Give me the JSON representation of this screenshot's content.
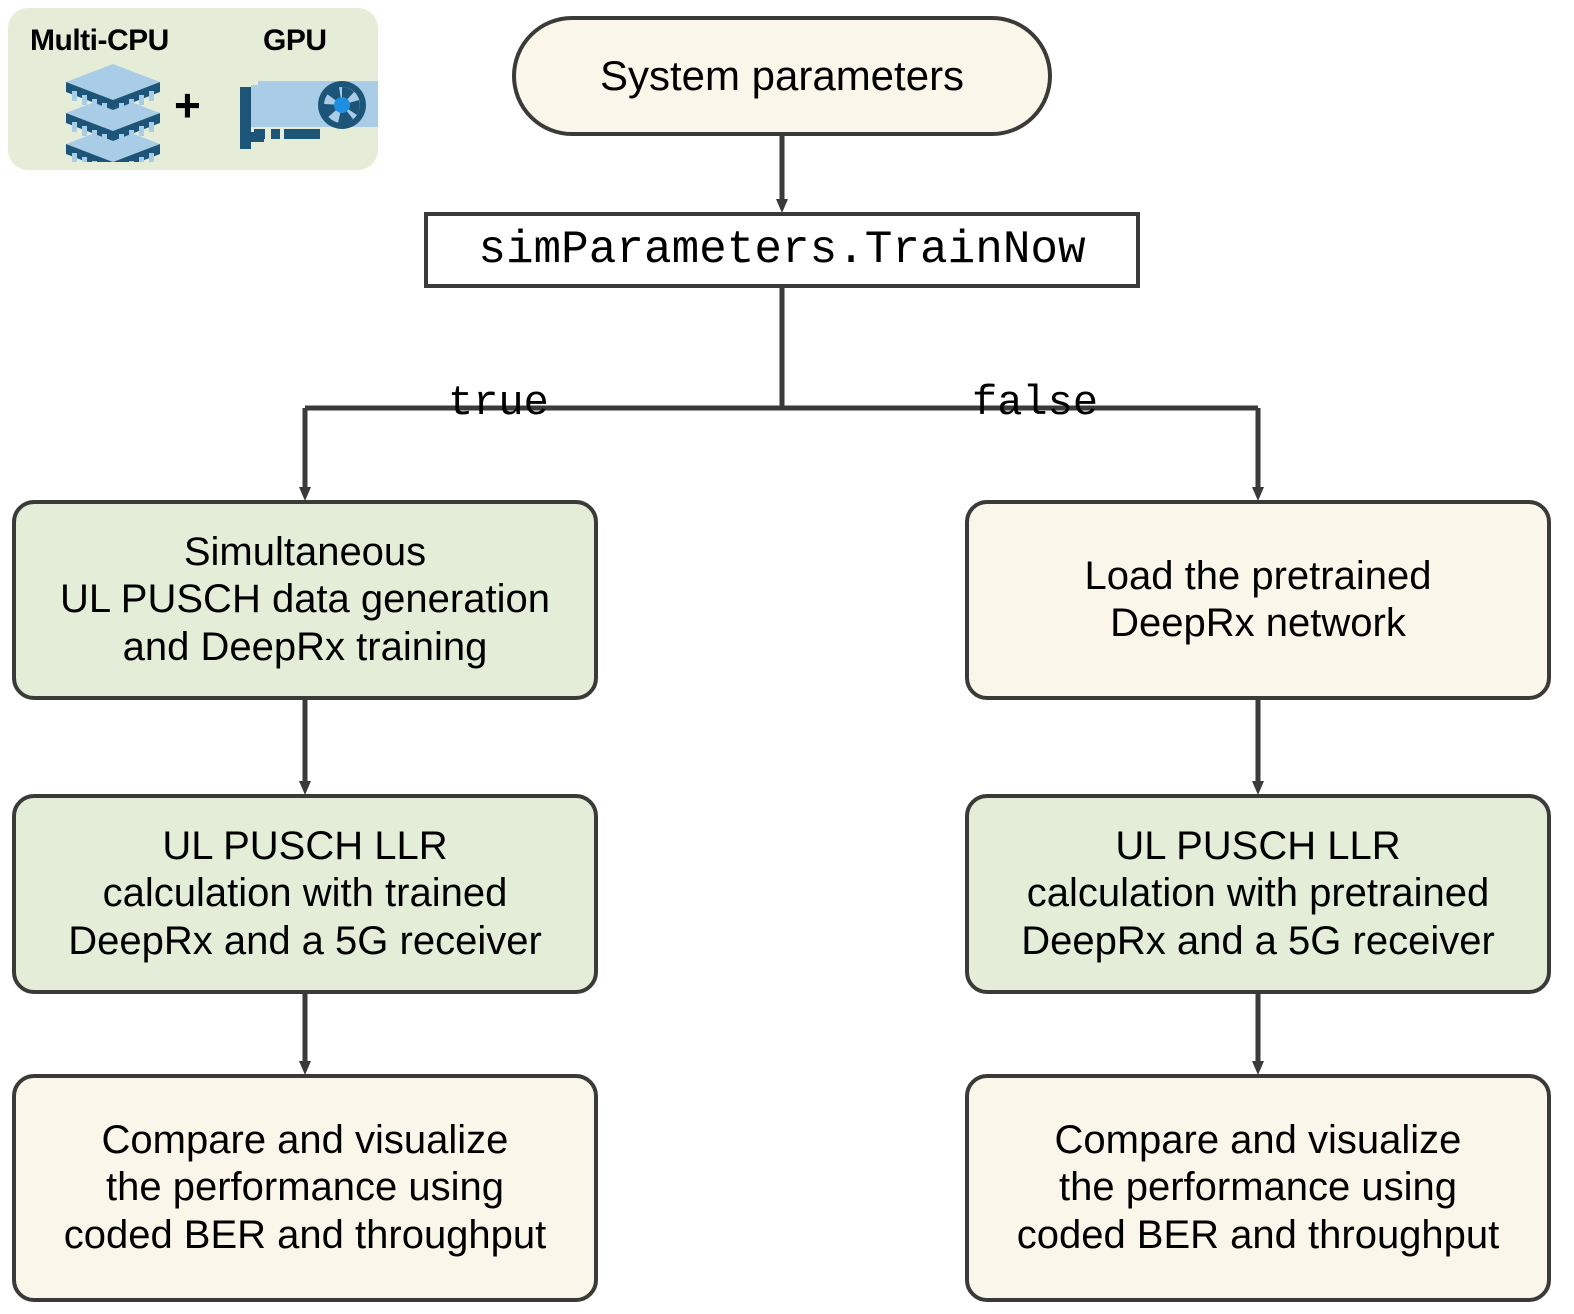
{
  "legend": {
    "cpu_label": "Multi-CPU",
    "gpu_label": "GPU",
    "plus": "+",
    "cpu_icon": "cpu-stack-icon",
    "gpu_icon": "gpu-card-icon",
    "panel_color": "#E5EDD9",
    "icon_light_blue": "#A9CDE6",
    "icon_dark_blue": "#1D5579",
    "icon_fan_blue": "#1E8FE0"
  },
  "colors": {
    "cream": "#FAF6E9",
    "green": "#E3EDD7",
    "white": "#FFFFFF",
    "border": "#3A3A38",
    "arrow": "#3A3A38",
    "text": "#000000"
  },
  "flow": {
    "start": "System parameters",
    "decision": "simParameters.TrainNow",
    "branch_true": "true",
    "branch_false": "false",
    "true_branch": [
      "Simultaneous\nUL PUSCH data generation\nand DeepRx training",
      "UL PUSCH LLR\ncalculation with trained\nDeepRx and a 5G receiver",
      "Compare and visualize\nthe performance using\ncoded BER and throughput"
    ],
    "false_branch": [
      "Load the pretrained\nDeepRx network",
      "UL PUSCH LLR\ncalculation with pretrained\nDeepRx and a 5G receiver",
      "Compare and visualize\nthe performance using\ncoded BER and throughput"
    ]
  }
}
